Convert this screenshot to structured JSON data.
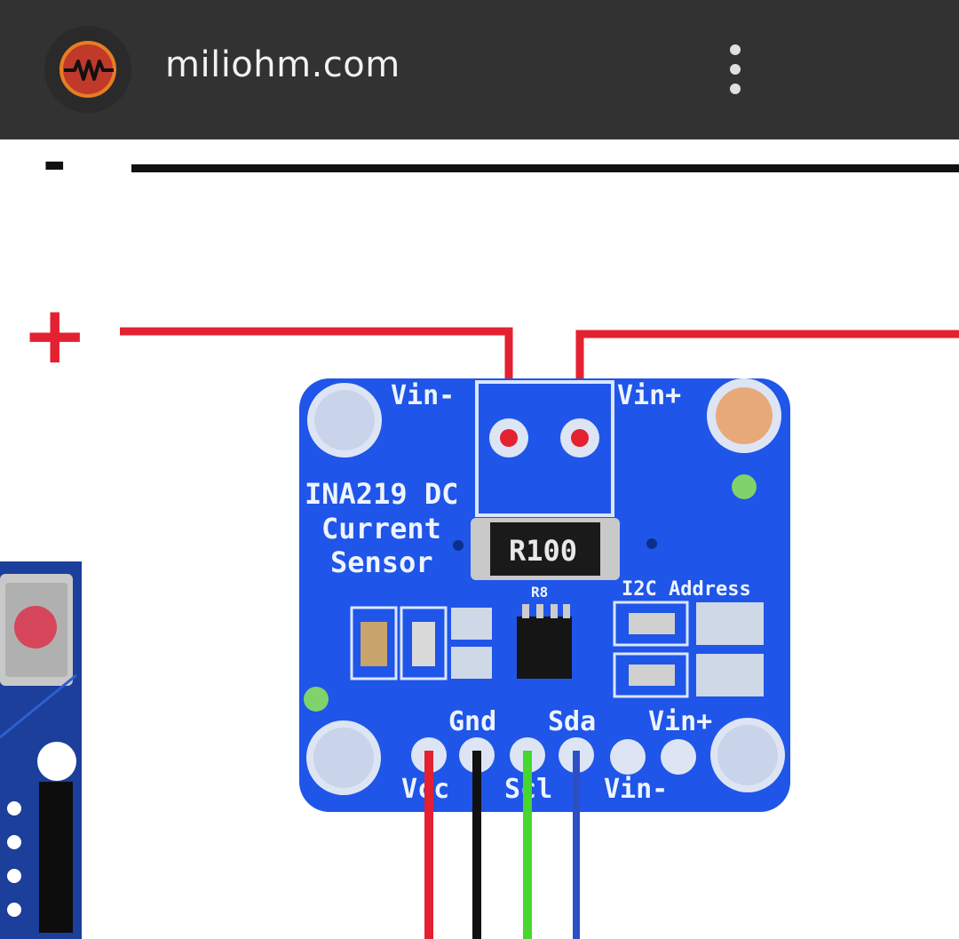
{
  "browser": {
    "site_title": "miliohm.com",
    "site_icon": "resistor-logo-icon",
    "menu_icon": "more-vert-icon"
  },
  "diagram": {
    "minus_label": "-",
    "plus_label": "+",
    "board": {
      "title_line1": "INA219 DC",
      "title_line2": "Current",
      "title_line3": "Sensor",
      "resistor_code": "R100",
      "ref_label": "R8",
      "i2c_label": "I2C Address",
      "vin_minus_top": "Vin-",
      "vin_plus_top": "Vin+",
      "pin_vcc": "Vcc",
      "pin_gnd": "Gnd",
      "pin_scl": "Scl",
      "pin_sda": "Sda",
      "pin_vin_plus": "Vin+",
      "pin_vin_minus": "Vin-"
    },
    "colors": {
      "board": "#1f55e8",
      "wire_red": "#e32130",
      "wire_black": "#111111",
      "wire_green": "#46d62e",
      "wire_blue": "#2d4fc4"
    }
  }
}
